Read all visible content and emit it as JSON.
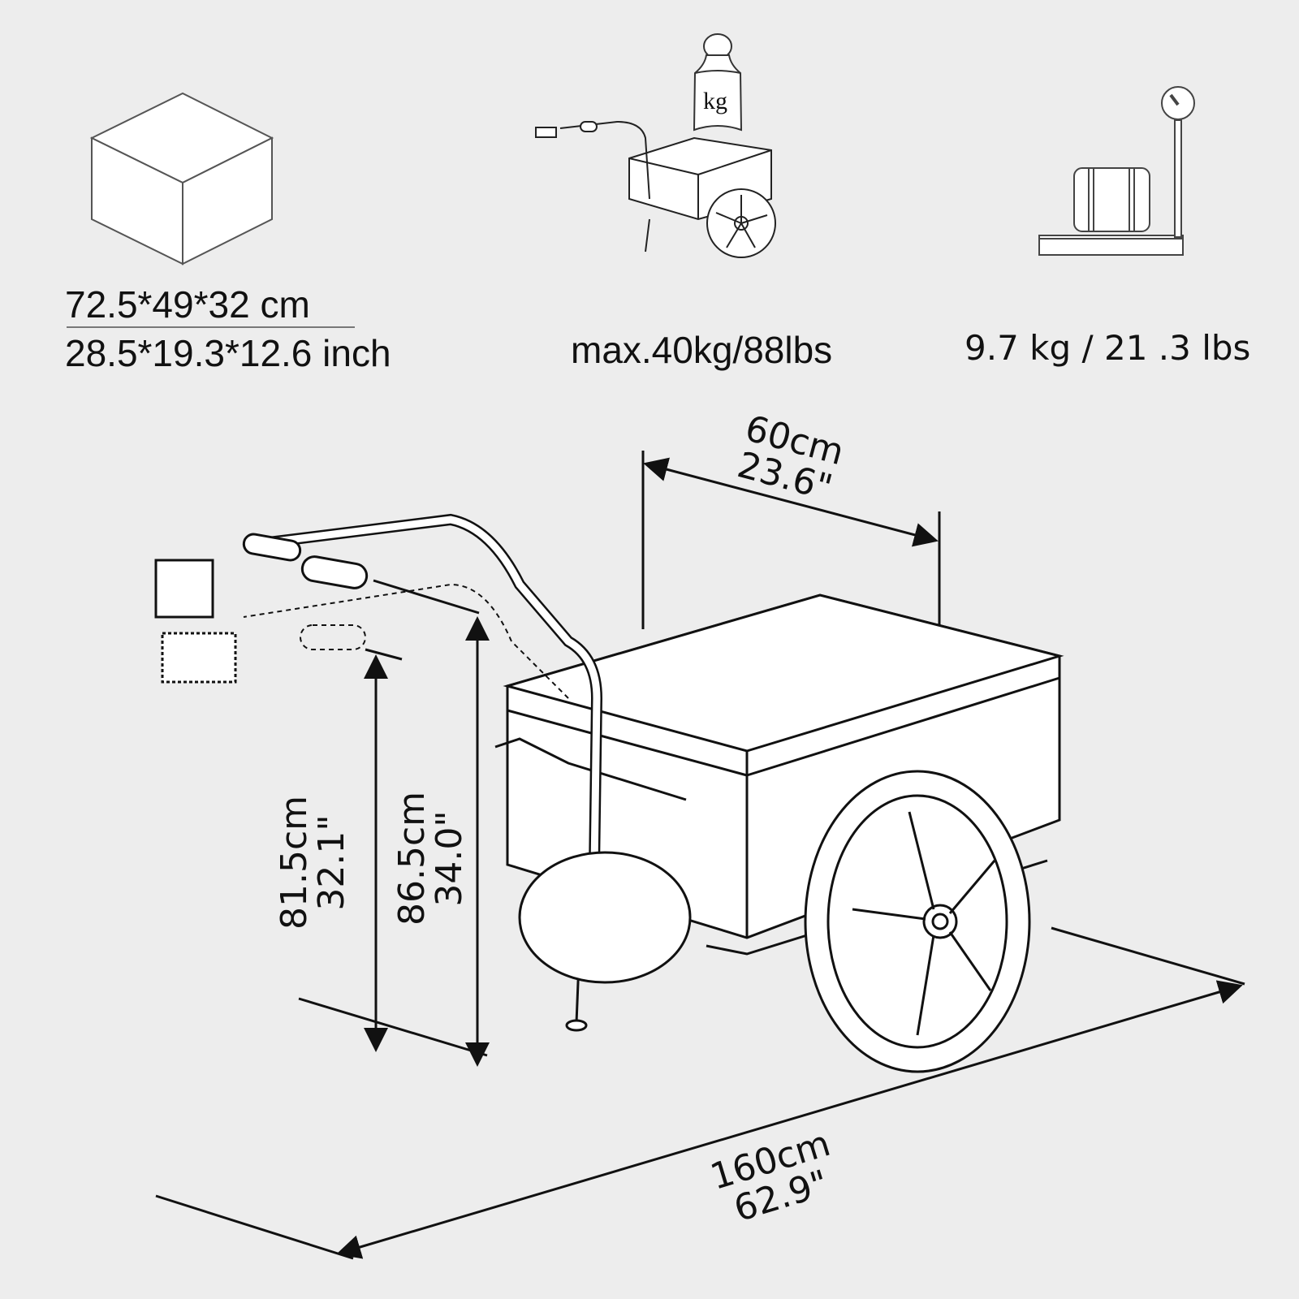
{
  "specs": {
    "package": {
      "icon": "box-icon",
      "dimensions_cm": "72.5*49*32 cm",
      "dimensions_inch": "28.5*19.3*12.6 inch"
    },
    "load": {
      "icon": "weight-kg-icon",
      "icon_label": "kg",
      "value": "max.40kg/88lbs"
    },
    "weight": {
      "icon": "scale-icon",
      "value": "9.7 kg / 21 .3 lbs"
    }
  },
  "dimensions": {
    "box_width": {
      "cm": "60cm",
      "inch": "23.6\""
    },
    "hitch_height_low": {
      "cm": "81.5cm",
      "inch": "32.1\""
    },
    "hitch_height_high": {
      "cm": "86.5cm",
      "inch": "34.0\""
    },
    "total_length": {
      "cm": "160cm",
      "inch": "62.9\""
    }
  },
  "colors": {
    "background": "#ededed",
    "line": "#111111",
    "fill": "#ffffff"
  }
}
